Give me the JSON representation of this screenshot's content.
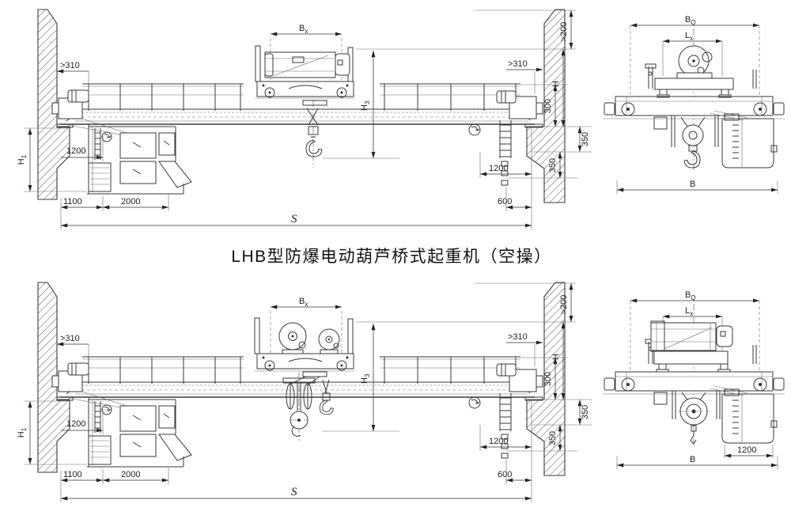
{
  "title": "LHB型防爆电动葫芦桥式起重机（空操）",
  "colors": {
    "line": "#3a3a3a",
    "paper": "#ffffff"
  },
  "drawings": {
    "top": {
      "main": {
        "clearance_left": ">310",
        "clearance_right": ">310",
        "roof_clearance": ">200",
        "trolley_gauge": {
          "main": "B",
          "sub": "x"
        },
        "hook_height": {
          "main": "H",
          "sub": "3"
        },
        "crane_height": "H",
        "rail_height": {
          "main": "H",
          "sub": "1"
        },
        "dim_300": "300",
        "dim_350_upper": "350",
        "dim_350_lower": "350",
        "dim_1200_left": "1200",
        "dim_1200_right": "1200",
        "dim_600": "600",
        "dim_1100": "1100",
        "dim_2000": "2000",
        "span": "S"
      },
      "side": {
        "overall_width": {
          "main": "B",
          "sub": "Q"
        },
        "wheel_base": {
          "main": "L",
          "sub": "x"
        },
        "overall": "B"
      }
    },
    "bottom": {
      "main": {
        "clearance_left": ">310",
        "clearance_right": ">310",
        "roof_clearance": ">200",
        "trolley_gauge": {
          "main": "B",
          "sub": "x"
        },
        "hook_height": {
          "main": "H",
          "sub": "3"
        },
        "crane_height": "H",
        "rail_height": {
          "main": "H",
          "sub": "1"
        },
        "dim_300": "300",
        "dim_350_upper": "350",
        "dim_350_lower": "350",
        "dim_1200_left": "1200",
        "dim_1200_right": "1200",
        "dim_600": "600",
        "dim_1100": "1100",
        "dim_2000": "2000",
        "span": "S"
      },
      "side": {
        "overall_width": {
          "main": "B",
          "sub": "Q"
        },
        "wheel_base": {
          "main": "L",
          "sub": "x"
        },
        "dim_1200": "1200",
        "overall": "B"
      }
    }
  }
}
